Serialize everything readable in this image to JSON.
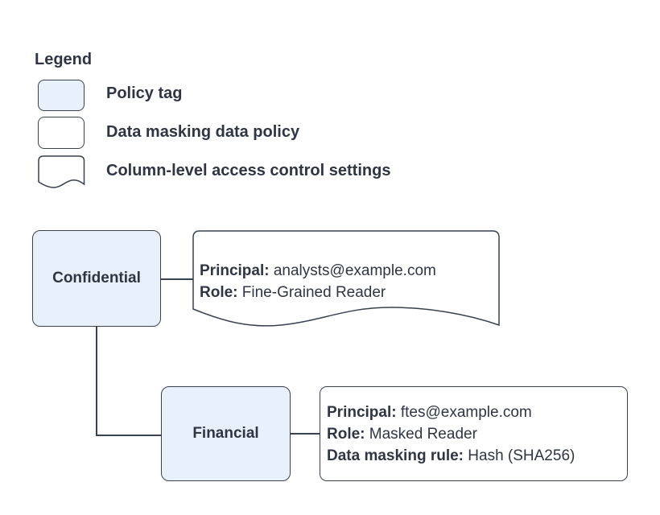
{
  "colors": {
    "background": "#ffffff",
    "policy_tag_fill": "#e8f0fb",
    "shape_border": "#39414e",
    "text": "#2f3542"
  },
  "legend": {
    "title": "Legend",
    "items": [
      {
        "shape": "policy-tag-rounded-rect-blue",
        "label": "Policy tag"
      },
      {
        "shape": "rounded-rect-white",
        "label": "Data masking data policy"
      },
      {
        "shape": "document-wavy-bottom",
        "label": "Column-level access control settings"
      }
    ]
  },
  "nodes": {
    "confidential": {
      "label": "Confidential"
    },
    "financial": {
      "label": "Financial"
    },
    "confidential_access": {
      "lines": [
        {
          "label": "Principal:",
          "value": " analysts@example.com"
        },
        {
          "label": "Role:",
          "value": " Fine-Grained Reader"
        }
      ]
    },
    "financial_policy": {
      "lines": [
        {
          "label": "Principal:",
          "value": " ftes@example.com"
        },
        {
          "label": "Role:",
          "value": " Masked Reader"
        },
        {
          "label": "Data masking rule:",
          "value": " Hash (SHA256)"
        }
      ]
    }
  }
}
